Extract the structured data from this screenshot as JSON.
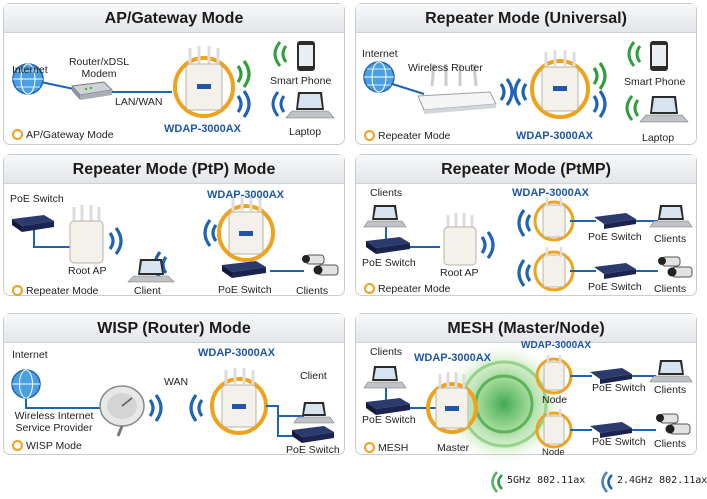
{
  "panels": {
    "ap_gateway": {
      "title": "AP/Gateway Mode",
      "internet": "Internet",
      "router_line1": "Router/xDSL",
      "router_line2": "Modem",
      "lan_wan": "LAN/WAN",
      "model": "WDAP-3000AX",
      "smart_phone": "Smart Phone",
      "laptop": "Laptop",
      "mode": "AP/Gateway Mode"
    },
    "repeater_universal": {
      "title": "Repeater Mode (Universal)",
      "internet": "Internet",
      "wireless_router": "Wireless Router",
      "model": "WDAP-3000AX",
      "smart_phone": "Smart Phone",
      "laptop": "Laptop",
      "mode": "Repeater Mode"
    },
    "repeater_ptp": {
      "title": "Repeater Mode (PtP) Mode",
      "poe_switch": "PoE Switch",
      "root_ap": "Root AP",
      "model": "WDAP-3000AX",
      "client": "Client",
      "poe_switch_2": "PoE Switch",
      "clients": "Clients",
      "mode": "Repeater Mode"
    },
    "repeater_ptmp": {
      "title": "Repeater Mode (PtMP)",
      "clients": "Clients",
      "poe_switch": "PoE Switch",
      "root_ap": "Root AP",
      "model": "WDAP-3000AX",
      "poe_switch_top": "PoE Switch",
      "clients_top": "Clients",
      "poe_switch_bottom": "PoE Switch",
      "clients_bottom": "Clients",
      "mode": "Repeater Mode"
    },
    "wisp": {
      "title": "WISP (Router) Mode",
      "internet": "Internet",
      "isp_line1": "Wireless Internet",
      "isp_line2": "Service Provider",
      "wan": "WAN",
      "model": "WDAP-3000AX",
      "client": "Client",
      "poe_switch": "PoE Switch",
      "mode": "WISP Mode"
    },
    "mesh": {
      "title": "MESH (Master/Node)",
      "clients": "Clients",
      "poe_switch": "PoE Switch",
      "model_master": "WDAP-3000AX",
      "model_node": "WDAP-3000AX",
      "master": "Master",
      "node_top": "Node",
      "node_bottom": "Node",
      "poe_switch_top": "PoE Switch",
      "clients_top": "Clients",
      "poe_switch_bottom": "PoE Switch",
      "clients_bottom": "Clients",
      "mode": "MESH"
    }
  },
  "legend": {
    "band_5g": "5GHz 802.11ax",
    "band_24g": "2.4GHz 802.11ax"
  },
  "colors": {
    "wifi_5g": "#2e9e3e",
    "wifi_24g": "#1f63b8",
    "model_text": "#1f56a8",
    "ring": "#f0a21a",
    "cable": "#1e64b4"
  }
}
